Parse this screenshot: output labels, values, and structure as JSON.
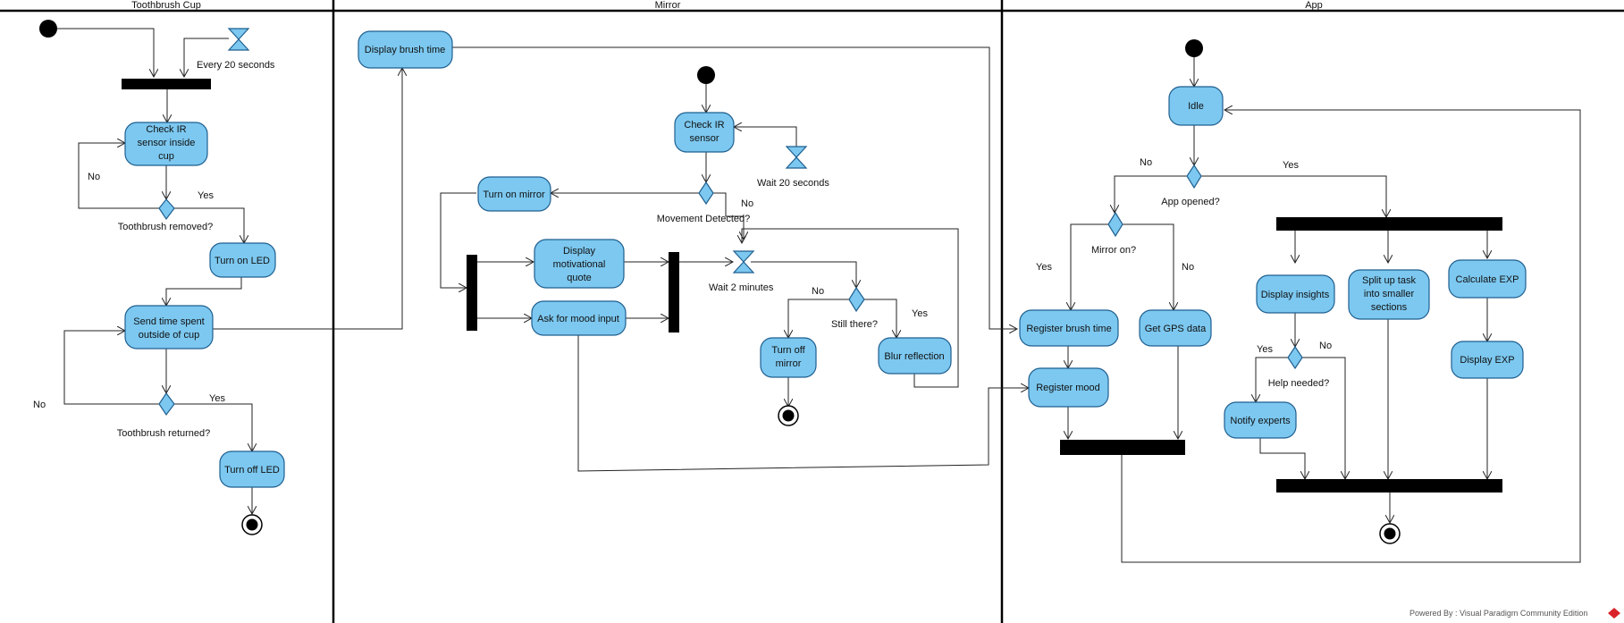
{
  "lanes": [
    "Toothbrush Cup",
    "Mirror",
    "App"
  ],
  "colors": {
    "activity_fill": "#7cc8f0",
    "activity_stroke": "#1f5f8f",
    "bar": "#000000",
    "lines": "#222222"
  },
  "activities": {
    "check_ir_cup": [
      "Check IR",
      "sensor inside",
      "cup"
    ],
    "turn_on_led": [
      "Turn on LED"
    ],
    "send_time": [
      "Send time spent",
      "outside of cup"
    ],
    "turn_off_led": [
      "Turn off LED"
    ],
    "display_brush_time": [
      "Display brush time"
    ],
    "check_ir_mirror": [
      "Check IR",
      "sensor"
    ],
    "turn_on_mirror": [
      "Turn on mirror"
    ],
    "display_quote": [
      "Display",
      "motivational",
      "quote"
    ],
    "ask_mood": [
      "Ask for mood input"
    ],
    "turn_off_mirror": [
      "Turn off",
      "mirror"
    ],
    "blur_reflection": [
      "Blur reflection"
    ],
    "idle": [
      "Idle"
    ],
    "register_brush": [
      "Register brush time"
    ],
    "get_gps": [
      "Get GPS data"
    ],
    "register_mood": [
      "Register mood"
    ],
    "display_insights": [
      "Display insights"
    ],
    "split_task": [
      "Split up task",
      "into smaller",
      "sections"
    ],
    "calculate_exp": [
      "Calculate EXP"
    ],
    "display_exp": [
      "Display EXP"
    ],
    "notify_experts": [
      "Notify experts"
    ]
  },
  "labels": {
    "every_20": "Every 20 seconds",
    "toothbrush_removed": "Toothbrush removed?",
    "toothbrush_returned": "Toothbrush returned?",
    "wait_20": "Wait 20 seconds",
    "movement_detected": "Movement Detected?",
    "wait_2": "Wait 2 minutes",
    "still_there": "Still there?",
    "app_opened": "App opened?",
    "mirror_on": "Mirror on?",
    "help_needed": "Help needed?",
    "yes": "Yes",
    "no": "No"
  },
  "footer": "Powered By : Visual Paradigm Community Edition"
}
